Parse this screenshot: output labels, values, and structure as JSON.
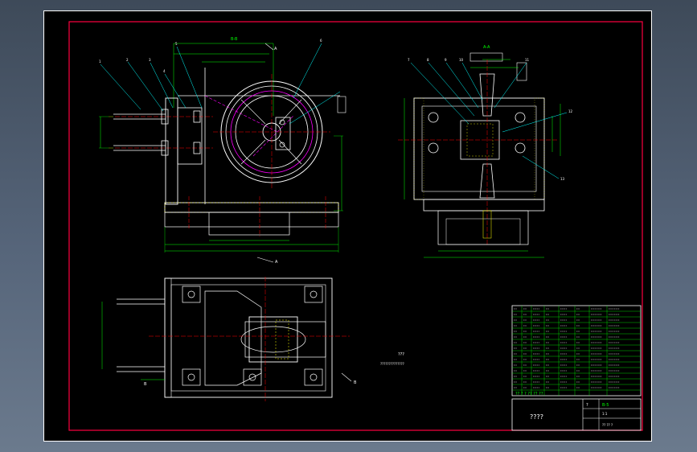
{
  "drawing": {
    "section_labels": {
      "bb": "B-B",
      "aa": "A-A"
    },
    "view_markers": {
      "a_top": "A",
      "a_bottom": "A",
      "b_left": "B",
      "b_right": "B"
    },
    "note_title": "???",
    "note_text": "??????????????",
    "balloons_left": [
      "1",
      "2",
      "3",
      "4",
      "5",
      "6"
    ],
    "balloons_right": [
      "7",
      "8",
      "9",
      "10",
      "11",
      "12",
      "13"
    ]
  },
  "title_block": {
    "drawing_name": "????",
    "scale_label": "?",
    "scale_value": "B-5",
    "sub_left": "1:1",
    "sub_right": "?? ?? ?",
    "footer": "?? ? ? ?? ?? ??"
  },
  "colors": {
    "frame_red": "#ff0040",
    "part_white": "#ffffff",
    "dim_green": "#00ff00",
    "hatch_yellow": "#ffff00",
    "wheel_magenta": "#ff00ff",
    "center_red": "#ff0000",
    "leader_cyan": "#00ffff"
  }
}
